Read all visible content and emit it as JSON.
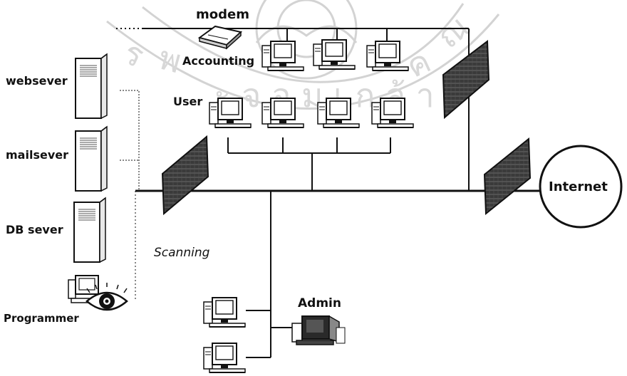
{
  "diagram": {
    "labels": {
      "modem": "modem",
      "accounting": "Accounting",
      "user": "User",
      "websever": "websever",
      "mailsever": "mailsever",
      "dbsever": "DB sever",
      "scanning": "Scanning",
      "programmer": "Programmer",
      "admin": "Admin",
      "internet": "Internet"
    },
    "icons": {
      "server": "server-tower-icon",
      "workstation": "desktop-computer-icon",
      "modem": "modem-icon",
      "firewall": "firewall-icon",
      "programmer_eye": "eye-icon",
      "admin_station": "admin-workstation-icon",
      "watermark": "university-seal-watermark"
    },
    "colors": {
      "line": "#111111",
      "firewall_fill": "#3a3a3a",
      "firewall_stripe": "#6a6a6a",
      "monitor_screen": "#ffffff",
      "watermark": "#d0d0d0"
    }
  }
}
